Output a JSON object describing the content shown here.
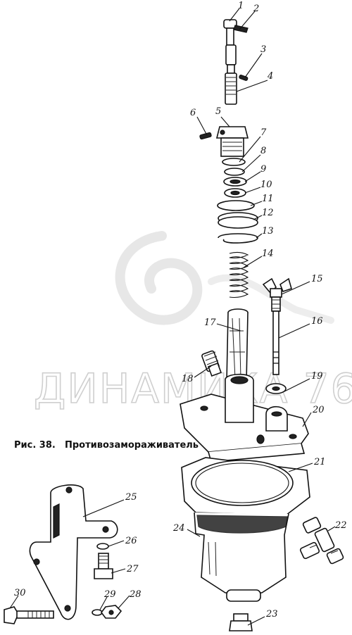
{
  "caption": {
    "figure": "Рис. 38.",
    "title": "Противозамораживатель"
  },
  "watermark": "ДИНАМИКА 76",
  "part_numbers": {
    "p1": "1",
    "p2": "2",
    "p3": "3",
    "p4": "4",
    "p5": "5",
    "p6": "6",
    "p7": "7",
    "p8": "8",
    "p9": "9",
    "p10": "10",
    "p11": "11",
    "p12": "12",
    "p13": "13",
    "p14": "14",
    "p15": "15",
    "p16": "16",
    "p17": "17",
    "p18": "18",
    "p19": "19",
    "p20": "20",
    "p21": "21",
    "p22": "22",
    "p23": "23",
    "p24": "24",
    "p25": "25",
    "p26": "26",
    "p27": "27",
    "p28": "28",
    "p29": "29",
    "p30": "30"
  }
}
